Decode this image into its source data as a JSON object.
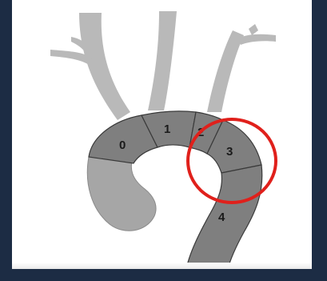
{
  "diagram": {
    "segments": [
      {
        "id": "zone-0",
        "label": "0"
      },
      {
        "id": "zone-1",
        "label": "1"
      },
      {
        "id": "zone-2",
        "label": "2"
      },
      {
        "id": "zone-3",
        "label": "3"
      },
      {
        "id": "zone-4",
        "label": "4"
      }
    ],
    "highlighted_segment": "3",
    "colors": {
      "background_frame": "#1c2c44",
      "panel": "#ffffff",
      "vessel_light": "#b9b9b9",
      "vessel_dark": "#9c9c9c",
      "segment_dark": "#7f7f7f",
      "segment_border": "#3a3a3a",
      "highlight_circle": "#e0201b"
    }
  }
}
